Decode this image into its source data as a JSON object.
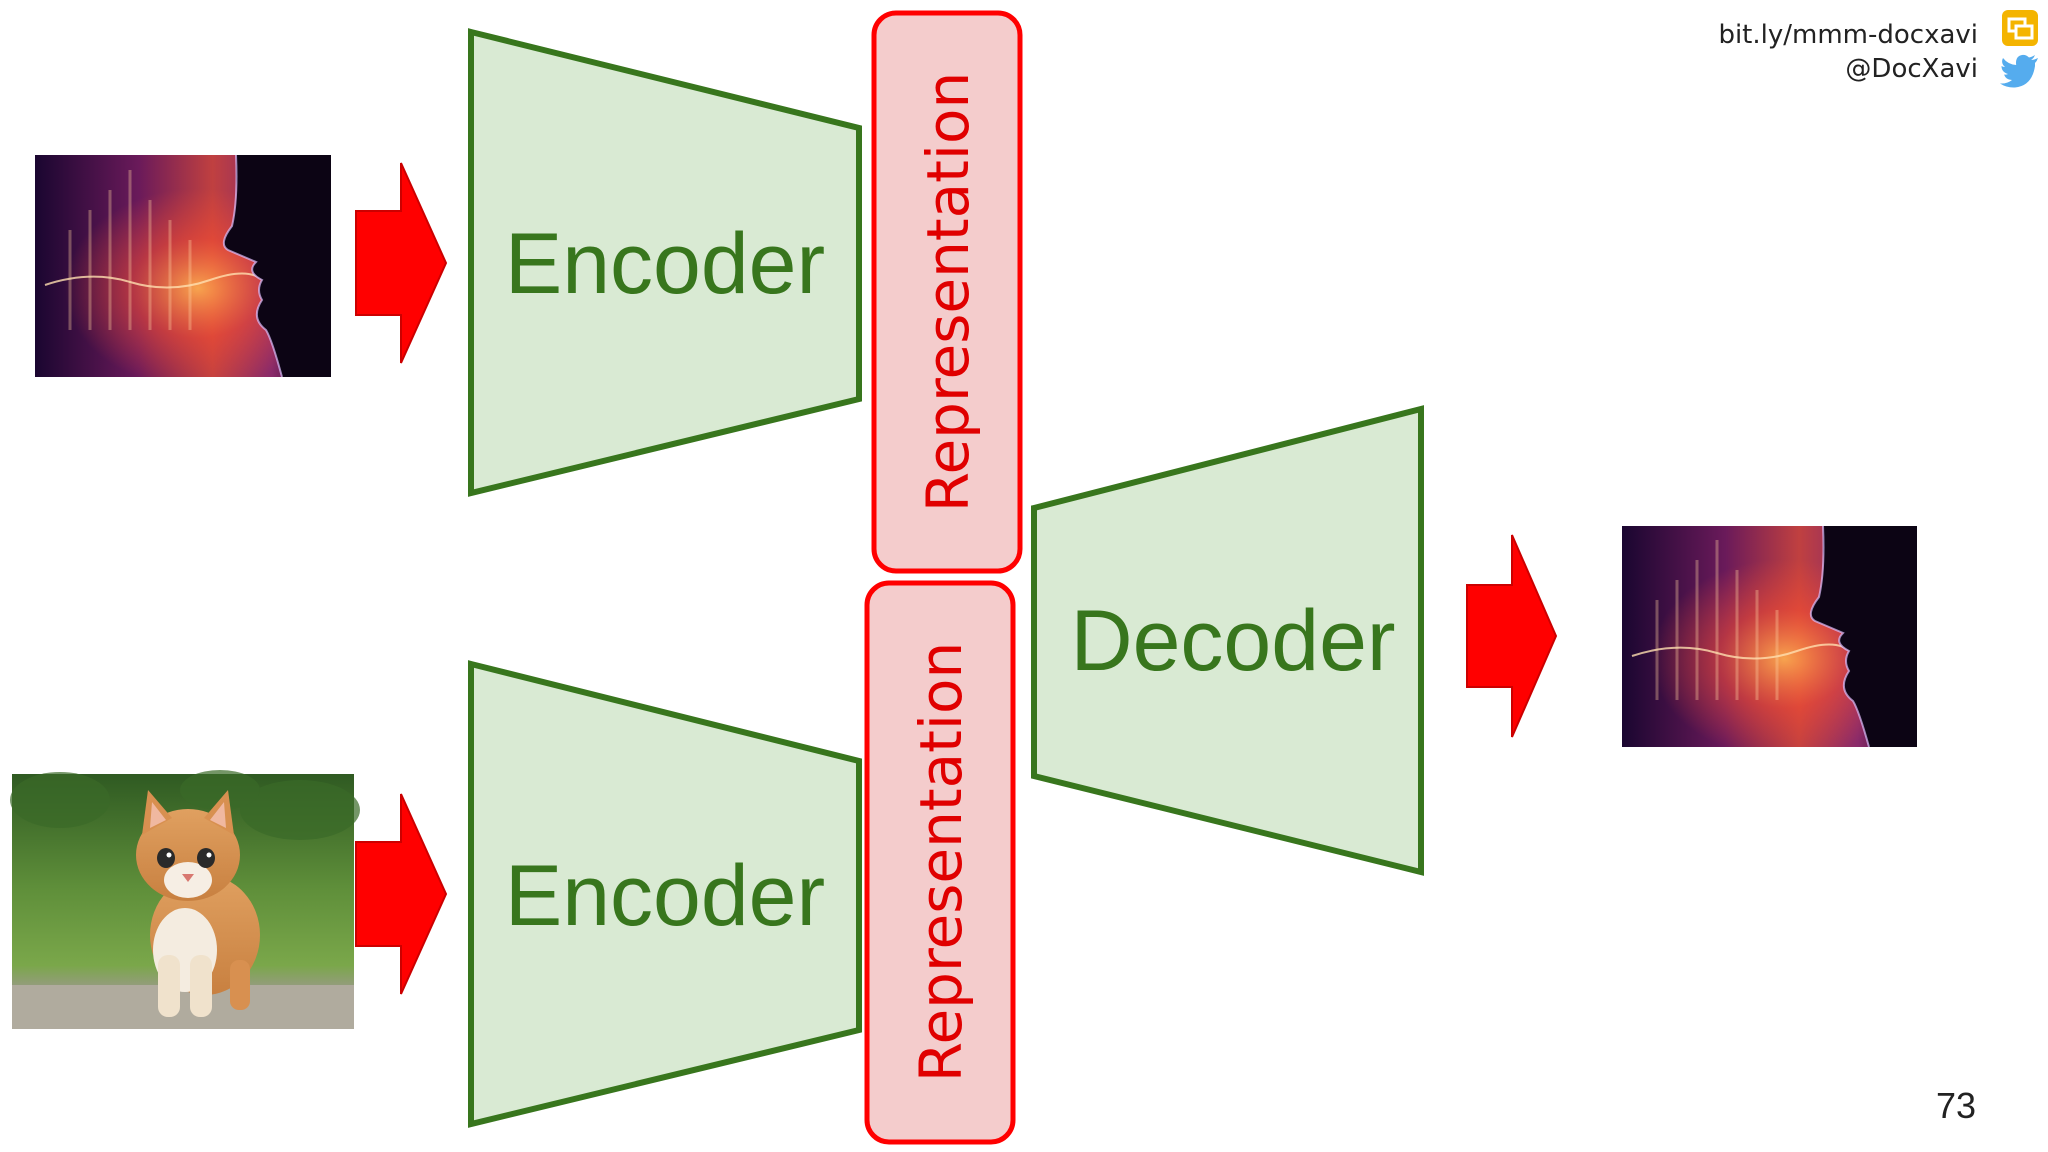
{
  "header": {
    "slides_link": "bit.ly/mmm-docxavi",
    "twitter_handle": "@DocXavi"
  },
  "icons": {
    "slides": "google-slides-icon",
    "twitter": "twitter-bird-icon"
  },
  "diagram": {
    "encoder_top_label": "Encoder",
    "encoder_bottom_label": "Encoder",
    "representation_top_label": "Representation",
    "representation_bottom_label": "Representation",
    "decoder_label": "Decoder"
  },
  "images": {
    "input_top": "speech-face-image",
    "input_bottom": "kitten-image",
    "output": "speech-face-image"
  },
  "slide_number": "73",
  "colors": {
    "block_fill": "#d9ead3",
    "block_stroke": "#38761d",
    "block_text": "#38761d",
    "representation_fill": "#f4cccc",
    "representation_stroke": "#ff0000",
    "representation_text": "#e00000",
    "arrow": "#ff0000"
  }
}
